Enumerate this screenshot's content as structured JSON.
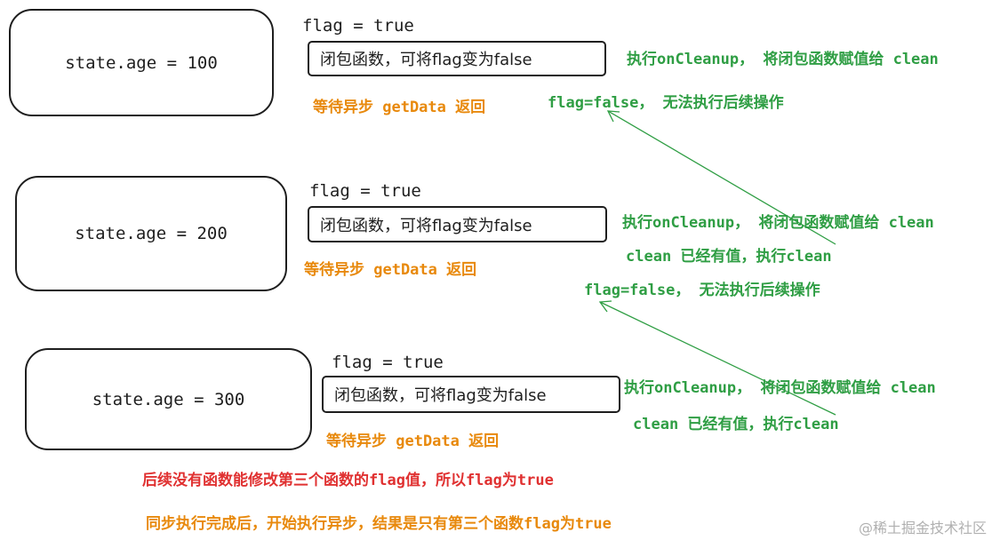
{
  "rows": [
    {
      "state": "state.age = 100",
      "flag": "flag = true",
      "closure": "闭包函数，可将flag变为false",
      "wait": "等待异步 getData 返回",
      "cleanup": "执行onCleanup， 将闭包函数赋值给 clean",
      "flag_false": "flag=false， 无法执行后续操作"
    },
    {
      "state": "state.age = 200",
      "flag": "flag = true",
      "closure": "闭包函数，可将flag变为false",
      "wait": "等待异步 getData 返回",
      "cleanup": "执行onCleanup， 将闭包函数赋值给 clean",
      "clean_exec": "clean 已经有值，执行clean",
      "flag_false": "flag=false， 无法执行后续操作"
    },
    {
      "state": "state.age = 300",
      "flag": "flag = true",
      "closure": "闭包函数，可将flag变为false",
      "wait": "等待异步 getData 返回",
      "cleanup": "执行onCleanup， 将闭包函数赋值给 clean",
      "clean_exec": "clean 已经有值，执行clean"
    }
  ],
  "notes": {
    "red": "后续没有函数能修改第三个函数的flag值，所以flag为true",
    "orange": "同步执行完成后，开始执行异步，结果是只有第三个函数flag为true"
  },
  "watermark": "@稀土掘金技术社区",
  "colors": {
    "stroke": "#1e1e1e",
    "wait": "#e8890c",
    "green": "#2f9e44",
    "red": "#e03131"
  }
}
